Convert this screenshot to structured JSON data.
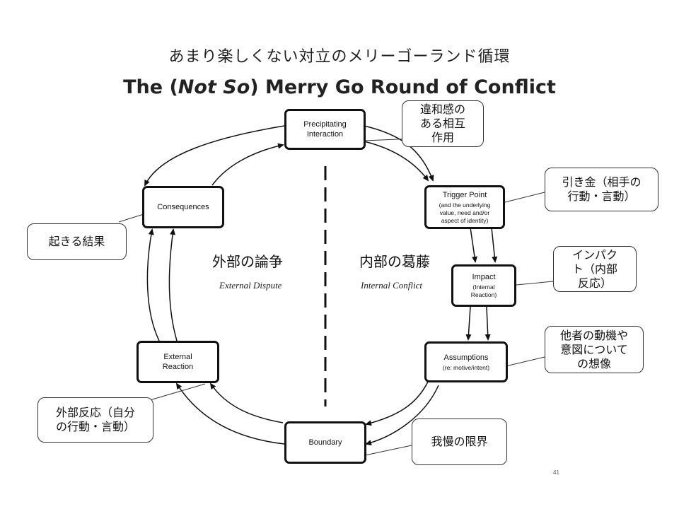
{
  "title_jp": "あまり楽しくない対立のメリーゴーランド循環",
  "title_en": {
    "pre": "The (",
    "italic": "Not So",
    "post": ") Merry Go Round of Conflict"
  },
  "nodes": {
    "precipitating": {
      "title": "Precipitating Interaction",
      "sub": ""
    },
    "trigger": {
      "title": "Trigger Point",
      "sub": "(and the underlying value, need and/or aspect  of identity)"
    },
    "impact": {
      "title": "Impact",
      "sub": "(Internal Reaction)"
    },
    "assumptions": {
      "title": "Assumptions",
      "sub": "(re: motive/intent)"
    },
    "boundary": {
      "title": "Boundary",
      "sub": ""
    },
    "external": {
      "title": "External Reaction",
      "sub": ""
    },
    "consequences": {
      "title": "Consequences",
      "sub": ""
    }
  },
  "sides": {
    "left_jp": "外部の論争",
    "left_en": "External Dispute",
    "right_jp": "内部の葛藤",
    "right_en": "Internal Conflict"
  },
  "callouts": {
    "precipitating": "違和感の\nある相互\n作用",
    "trigger": "引き金（相手の\n行動・言動）",
    "impact": "インパク\nト（内部\n反応）",
    "assumptions": "他者の動機や\n意図について\nの想像",
    "boundary": "我慢の限界",
    "external": "外部反応（自分\nの行動・言動）",
    "consequences": "起きる結果"
  },
  "page_number": "41"
}
